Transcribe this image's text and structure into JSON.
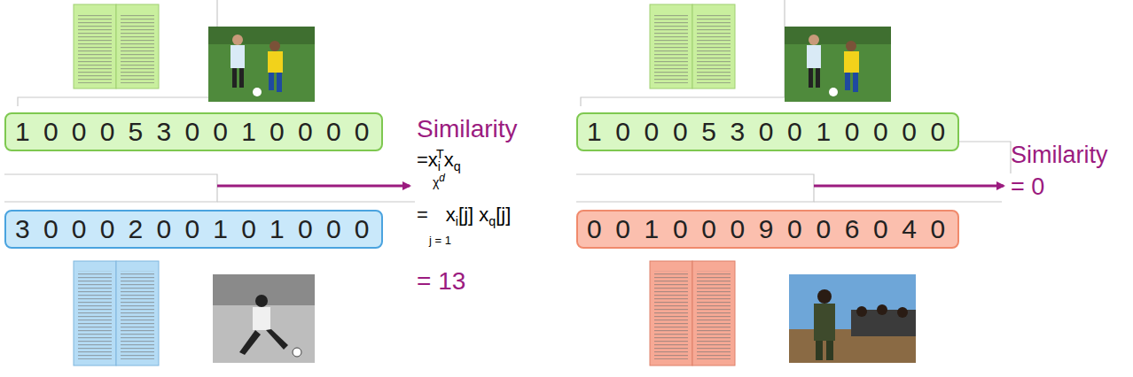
{
  "diagram": {
    "nodes": [
      {
        "text": [
          "1 0 0 0 5 3 0 0 1 0 0 0 0"
        ]
      },
      {
        "text": [
          "3 0 0 0 2 0 0 1 0 1 0 0 0"
        ]
      },
      {
        "text": [
          "1 0 0 0 5 3 0 0 1 0 0 0 0"
        ]
      },
      {
        "text": [
          "0 0 1 0 0 0 9 0 0 6 0 4 0"
        ]
      }
    ],
    "labels": [
      "Similarity",
      "=x",
      "i",
      "T",
      "x",
      "q",
      "χ",
      "d",
      "=",
      "x",
      "i",
      "[j] x",
      "q",
      "[j]",
      "j = 1",
      "= 13",
      "Similarity",
      "= 0"
    ]
  }
}
